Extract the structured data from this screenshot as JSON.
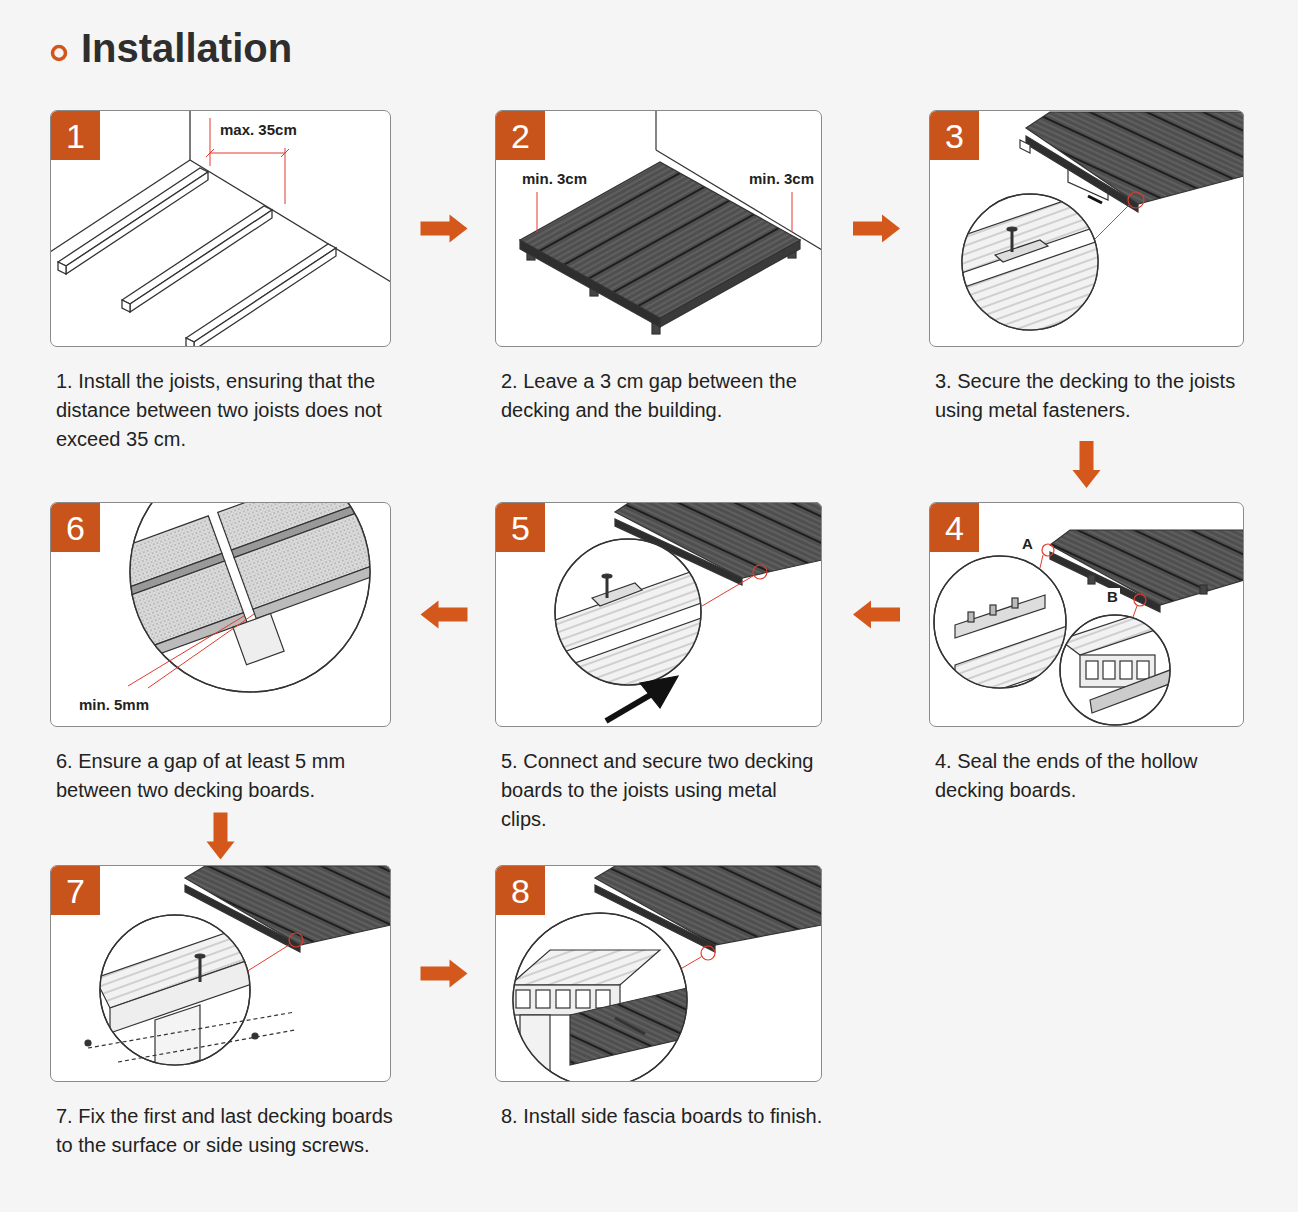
{
  "diagram": {
    "title": "Installation",
    "nodes": [
      {
        "text": [
          "1. Install the joists, ensuring that the distance between two joists does not exceed 35 cm."
        ]
      },
      {
        "text": [
          "1"
        ],
        "in": 0
      },
      {
        "text": [
          "2. Leave a 3 cm gap between the decking and the building."
        ]
      },
      {
        "text": [
          "2"
        ],
        "in": 2
      },
      {
        "text": [
          "3. Secure the decking to the joists using metal fasteners."
        ]
      },
      {
        "text": [
          "3"
        ],
        "in": 4
      },
      {
        "text": [
          "4. Seal the ends of the hollow decking boards."
        ]
      },
      {
        "text": [
          "4"
        ],
        "in": 6
      },
      {
        "text": [
          "5. Connect and secure two decking boards to the joists using metal clips."
        ]
      },
      {
        "text": [
          "5"
        ],
        "in": 8
      },
      {
        "text": [
          "6. Ensure a gap of at least 5 mm between two decking boards."
        ]
      },
      {
        "text": [
          "6"
        ],
        "in": 10
      },
      {
        "text": [
          "7. Fix the first and last decking boards to the surface or side using screws."
        ]
      },
      {
        "text": [
          "7"
        ],
        "in": 12
      },
      {
        "text": [
          "8. Install side fascia boards to finish."
        ]
      },
      {
        "text": [
          "8"
        ],
        "in": 14
      }
    ],
    "edges": [
      {
        "from": 0,
        "to": 2,
        "arrow": "to"
      },
      {
        "from": 2,
        "to": 4,
        "arrow": "to"
      },
      {
        "from": 4,
        "to": 6,
        "arrow": "to"
      },
      {
        "from": 6,
        "to": 8,
        "arrow": "to"
      },
      {
        "from": 8,
        "to": 10,
        "arrow": "to"
      },
      {
        "from": 10,
        "to": 12,
        "arrow": "to"
      },
      {
        "from": 12,
        "to": 14,
        "arrow": "to"
      }
    ],
    "labels": [
      "max. 35cm",
      "min. 3cm",
      "min. 3cm",
      "A",
      "B",
      "min. 5mm"
    ]
  }
}
